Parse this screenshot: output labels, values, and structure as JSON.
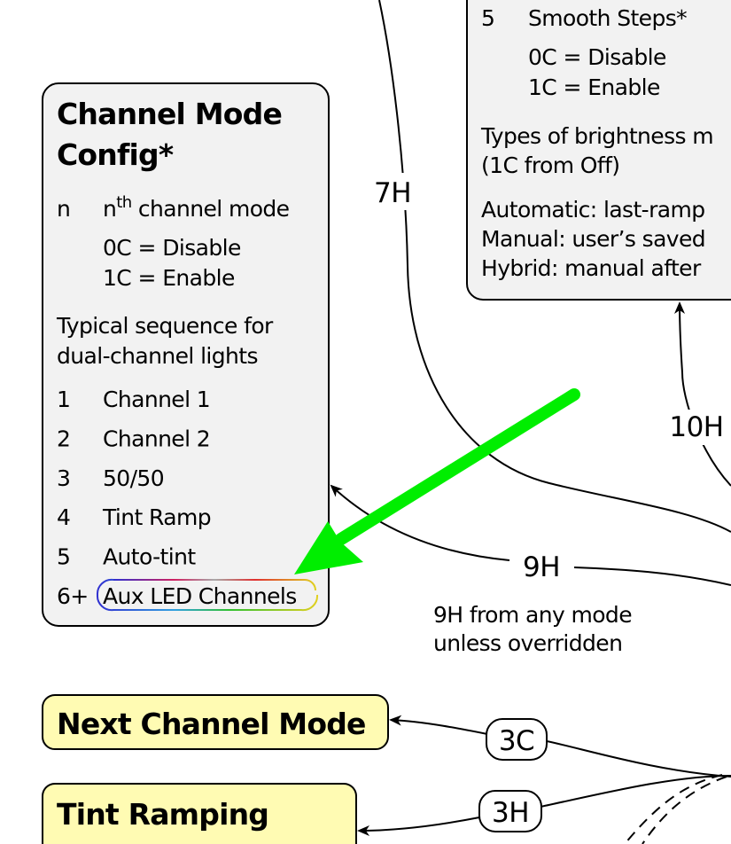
{
  "colors": {
    "box_fill": "#f2f2f2",
    "action_fill": "#fffbb3",
    "highlight_arrow": "#00ee00"
  },
  "top_right_box": {
    "item": {
      "n": "5",
      "label": "Smooth Steps*"
    },
    "opt0": "0C = Disable",
    "opt1": "1C = Enable",
    "types_line1": "Types of brightness m",
    "types_line2": "(1C from Off)",
    "auto": "Automatic: last-ramp",
    "manual": "Manual: user’s saved",
    "hybrid": "Hybrid: manual after"
  },
  "channel_box": {
    "title1": "Channel Mode",
    "title2": "Config*",
    "n_key": "n",
    "n_label_pre": "n",
    "n_label_sup": "th",
    "n_label_post": " channel mode",
    "opt0": "0C = Disable",
    "opt1": "1C = Enable",
    "seq1": "Typical sequence for",
    "seq2": "dual-channel lights",
    "items": [
      {
        "n": "1",
        "label": "Channel 1"
      },
      {
        "n": "2",
        "label": "Channel 2"
      },
      {
        "n": "3",
        "label": "50/50"
      },
      {
        "n": "4",
        "label": "Tint Ramp"
      },
      {
        "n": "5",
        "label": "Auto-tint"
      },
      {
        "n": "6+",
        "label": "Aux LED Channels"
      }
    ]
  },
  "edges": {
    "e7h": "7H",
    "e10h": "10H",
    "e9h": "9H",
    "e3c": "3C",
    "e3h": "3H"
  },
  "note": {
    "line1": "9H from any mode",
    "line2": "unless overridden"
  },
  "next_channel_mode": "Next Channel Mode",
  "tint_ramping": "Tint Ramping"
}
